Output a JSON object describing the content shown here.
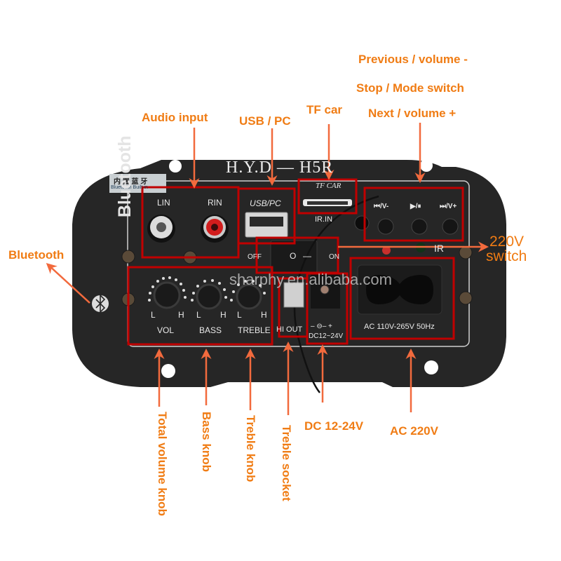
{
  "callouts": {
    "previous_volume_minus": "Previous / volume -",
    "stop_mode_switch": "Stop / Mode switch",
    "next_volume_plus": "Next / volume +",
    "audio_input": "Audio input",
    "usb_pc": "USB / PC",
    "tf_card": "TF car",
    "bluetooth": "Bluetooth",
    "switch_220v_line1": "220V",
    "switch_220v_line2": "switch",
    "total_volume_knob": "Total volume knob",
    "bass_knob": "Bass knob",
    "treble_knob": "Treble knob",
    "treble_socket": "Treble socket",
    "dc_12_24v": "DC 12-24V",
    "ac_220v": "AC 220V"
  },
  "board": {
    "model": "H.Y.D — H5R",
    "bt_sticker_cn": "内 置 蓝 牙",
    "bt_sticker_en": "Bluetooth Built-in",
    "side_brand": "Bluetooth",
    "lin": "LIN",
    "rin": "RIN",
    "usb_pc": "USB/PC",
    "tf_card": "TF CAR",
    "ir_in": "IR.IN",
    "ir": "IR",
    "btn_prev": "⏮/V-",
    "btn_play": "▶/⏸",
    "btn_next": "⏭/V+",
    "off": "OFF",
    "on": "ON",
    "rocker_o": "O",
    "rocker_i": "—",
    "knob_low": "L",
    "knob_high": "H",
    "vol": "VOL",
    "bass": "BASS",
    "treble": "TREBLE",
    "hi_out": "HI OUT",
    "dc_polarity": "– ⊖– +",
    "dc_range": "DC12~24V",
    "ac_rating": "AC 110V-265V  50Hz"
  },
  "watermark": "sharphy.en.alibaba.com",
  "colors": {
    "callout": "#f07c14",
    "arrow": "#f26a3d",
    "highlight_box": "#c00000",
    "panel": "#262626"
  }
}
